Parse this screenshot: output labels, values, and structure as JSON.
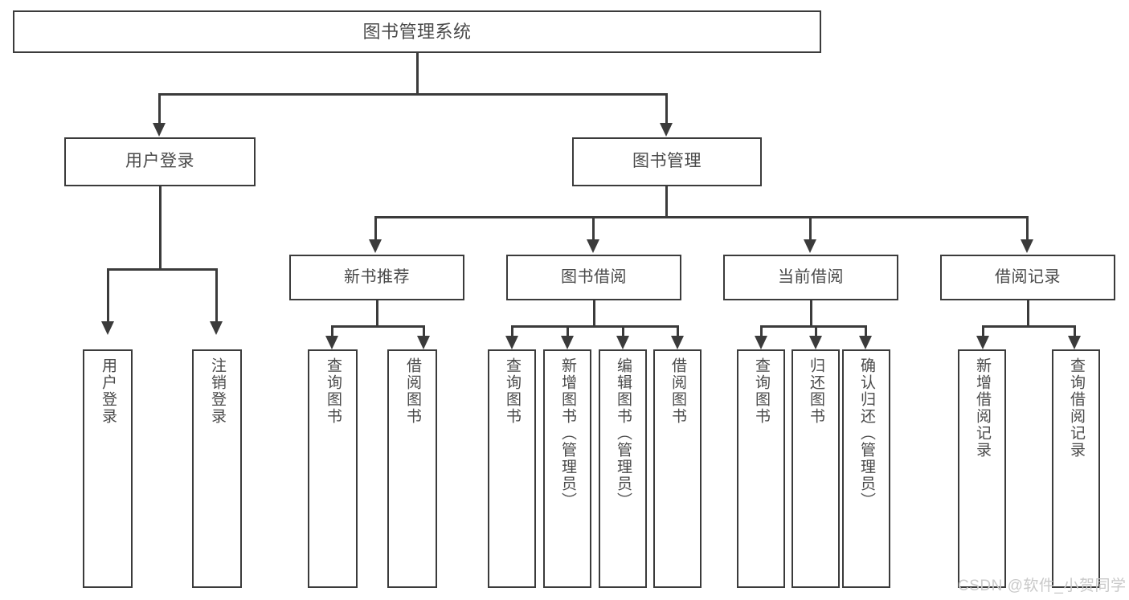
{
  "diagram": {
    "title": "图书管理系统",
    "type": "tree-hierarchy-chart",
    "root": {
      "label": "图书管理系统"
    },
    "level1": [
      {
        "label": "用户登录"
      },
      {
        "label": "图书管理"
      }
    ],
    "level2": [
      {
        "label": "新书推荐"
      },
      {
        "label": "图书借阅"
      },
      {
        "label": "当前借阅"
      },
      {
        "label": "借阅记录"
      }
    ],
    "leaves": {
      "user_login": [
        {
          "label": "用户登录"
        },
        {
          "label": "注销登录"
        }
      ],
      "new_book_recommend": [
        {
          "label": "查询图书"
        },
        {
          "label": "借阅图书"
        }
      ],
      "book_borrow": [
        {
          "label": "查询图书"
        },
        {
          "label": "新增图书（管理员）"
        },
        {
          "label": "编辑图书（管理员）"
        },
        {
          "label": "借阅图书"
        }
      ],
      "current_borrow": [
        {
          "label": "查询图书"
        },
        {
          "label": "归还图书"
        },
        {
          "label": "确认归还（管理员）"
        }
      ],
      "borrow_record": [
        {
          "label": "新增借阅记录"
        },
        {
          "label": "查询借阅记录"
        }
      ]
    }
  },
  "watermark": {
    "text": "CSDN @软件_小贺同学"
  },
  "colors": {
    "stroke": "#3b3b3b",
    "text": "#4a4a4a",
    "background": "#ffffff",
    "watermark": "#c9c9c9"
  }
}
